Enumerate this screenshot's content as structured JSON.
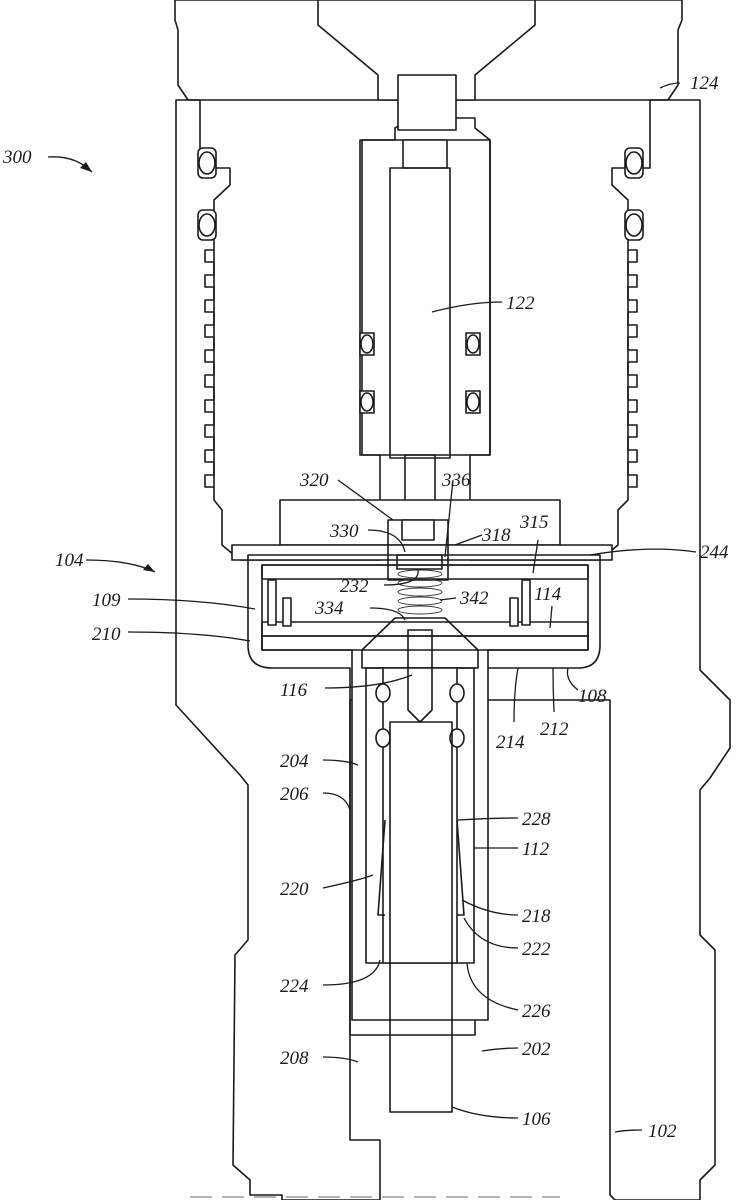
{
  "figure": {
    "type": "patent cross-section drawing",
    "stroke_color": "#1a1a1a",
    "background_color": "#ffffff"
  },
  "labels": {
    "l300": "300",
    "l124": "124",
    "l122": "122",
    "l320": "320",
    "l336": "336",
    "l330": "330",
    "l318": "318",
    "l315": "315",
    "l244": "244",
    "l104": "104",
    "l232": "232",
    "l342": "342",
    "l109": "109",
    "l334": "334",
    "l114": "114",
    "l210": "210",
    "l116": "116",
    "l108": "108",
    "l212": "212",
    "l214": "214",
    "l204": "204",
    "l206": "206",
    "l228": "228",
    "l112": "112",
    "l220": "220",
    "l218": "218",
    "l222": "222",
    "l224": "224",
    "l226": "226",
    "l208": "208",
    "l202": "202",
    "l106": "106",
    "l102": "102"
  }
}
